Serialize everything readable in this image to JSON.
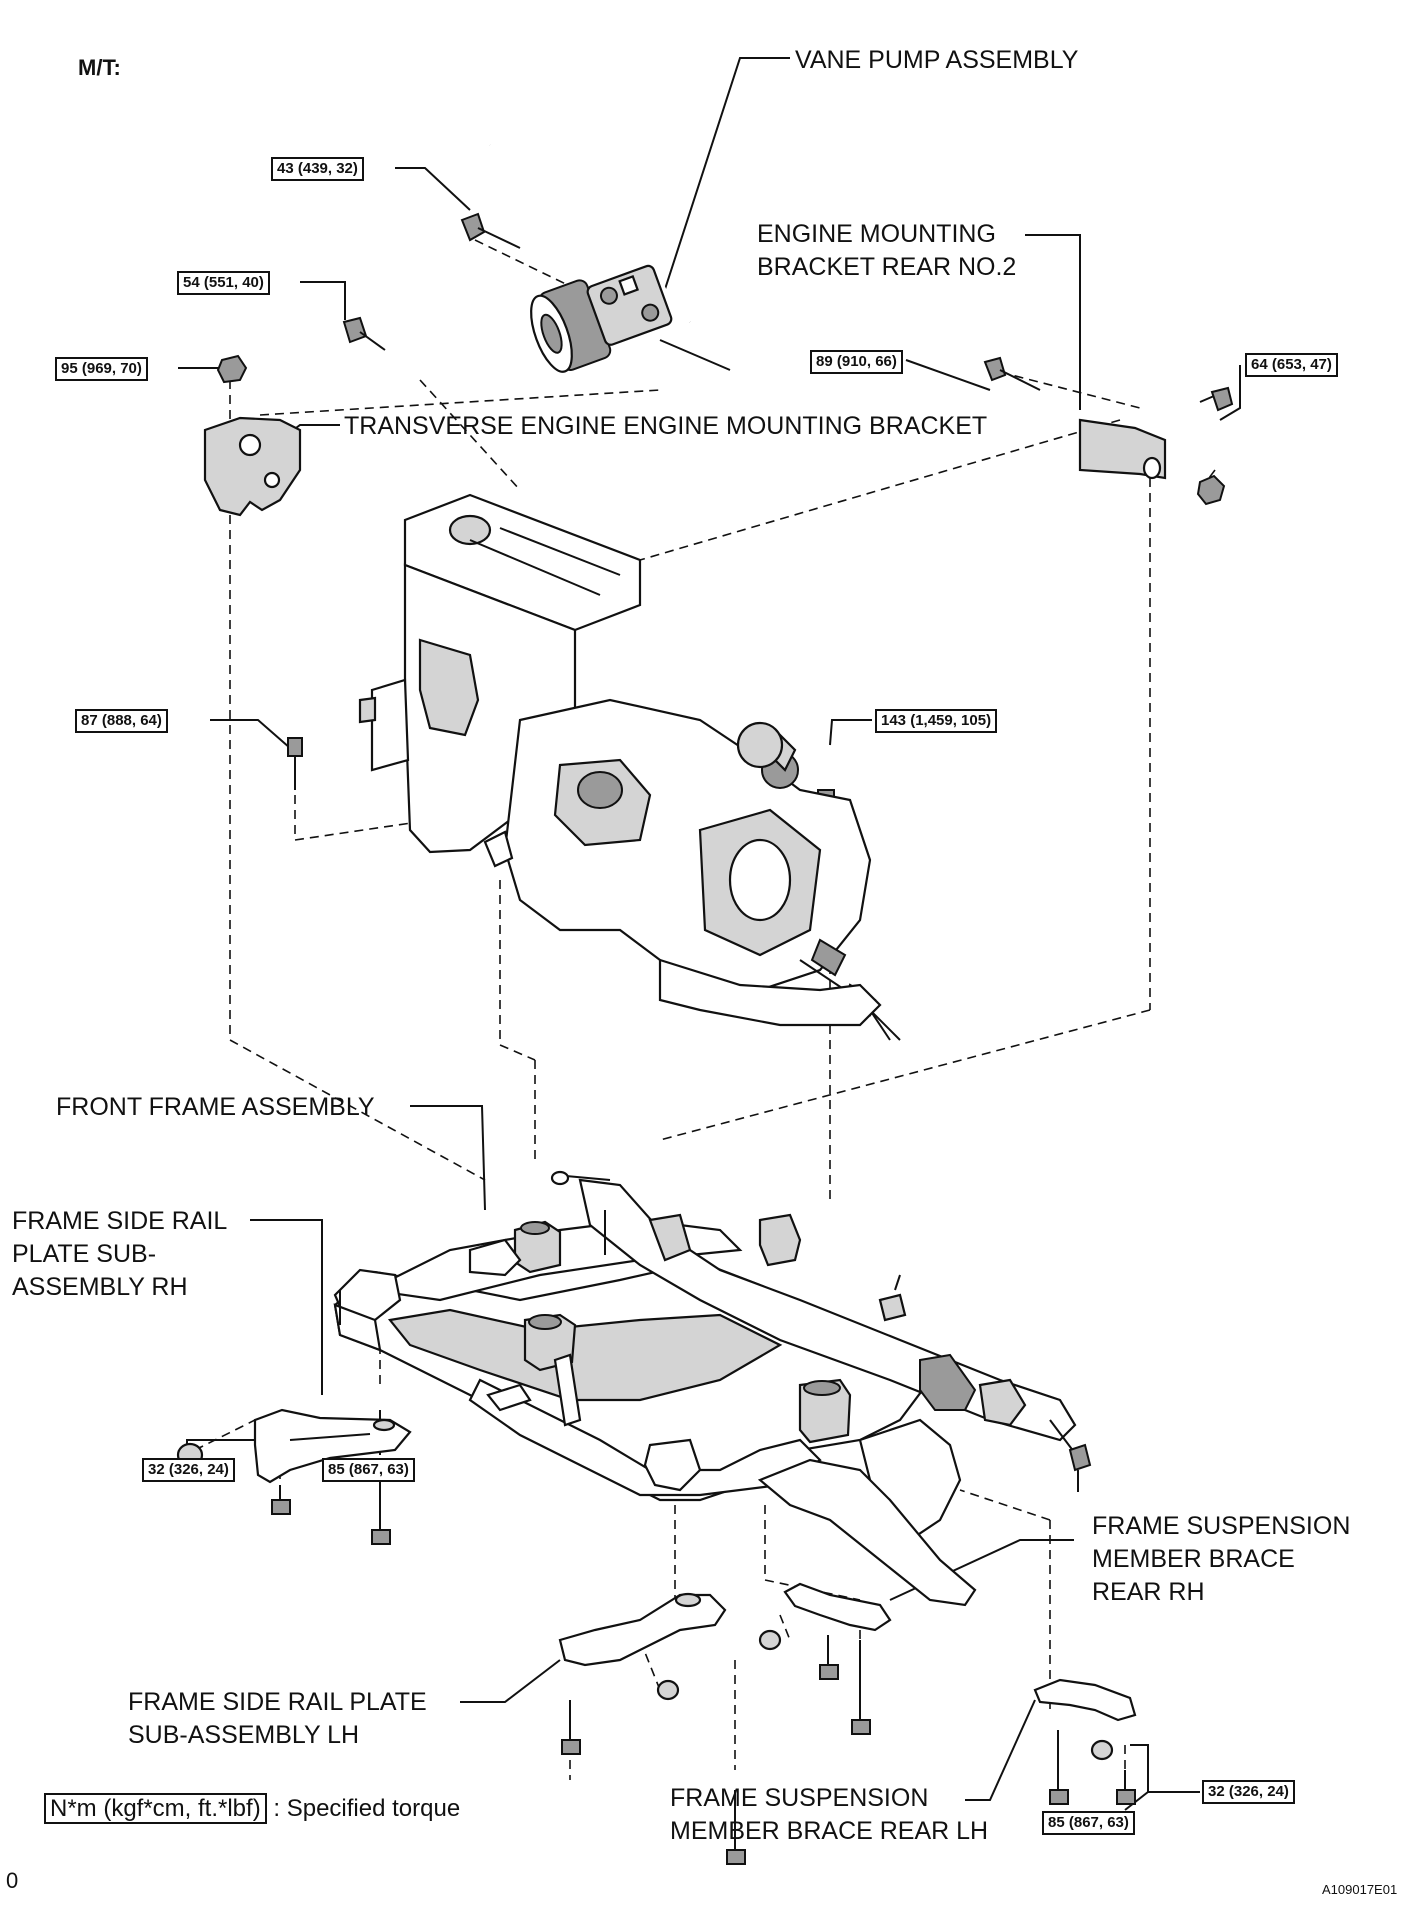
{
  "header": {
    "title": "M/T:"
  },
  "labels": {
    "vane_pump": "VANE PUMP ASSEMBLY",
    "engine_mount_rear_no2": "ENGINE MOUNTING\nBRACKET REAR NO.2",
    "transverse_mount": "TRANSVERSE ENGINE ENGINE MOUNTING BRACKET",
    "front_frame": "FRONT FRAME ASSEMBLY",
    "side_rail_rh": "FRAME SIDE RAIL\nPLATE SUB-\nASSEMBLY RH",
    "brace_rear_rh": "FRAME SUSPENSION\nMEMBER BRACE\nREAR RH",
    "side_rail_lh": "FRAME SIDE RAIL PLATE\nSUB-ASSEMBLY LH",
    "brace_rear_lh": "FRAME SUSPENSION\nMEMBER BRACE REAR LH"
  },
  "torques": {
    "t43": "43 (439, 32)",
    "t54": "54 (551, 40)",
    "t95": "95 (969, 70)",
    "t89": "89 (910, 66)",
    "t64": "64 (653, 47)",
    "t87": "87 (888, 64)",
    "t143": "143 (1,459, 105)",
    "t32_left": "32 (326, 24)",
    "t85_left": "85 (867, 63)",
    "t32_right": "32 (326, 24)",
    "t85_right": "85 (867, 63)"
  },
  "legend": {
    "unit": "N*m (kgf*cm, ft.*lbf)",
    "text": ": Specified torque"
  },
  "footer": {
    "code": "A109017E01",
    "left_mark": "0"
  },
  "icons": [
    "bolt-icon",
    "nut-icon",
    "engine-illustration",
    "frame-illustration",
    "bracket-illustration"
  ]
}
